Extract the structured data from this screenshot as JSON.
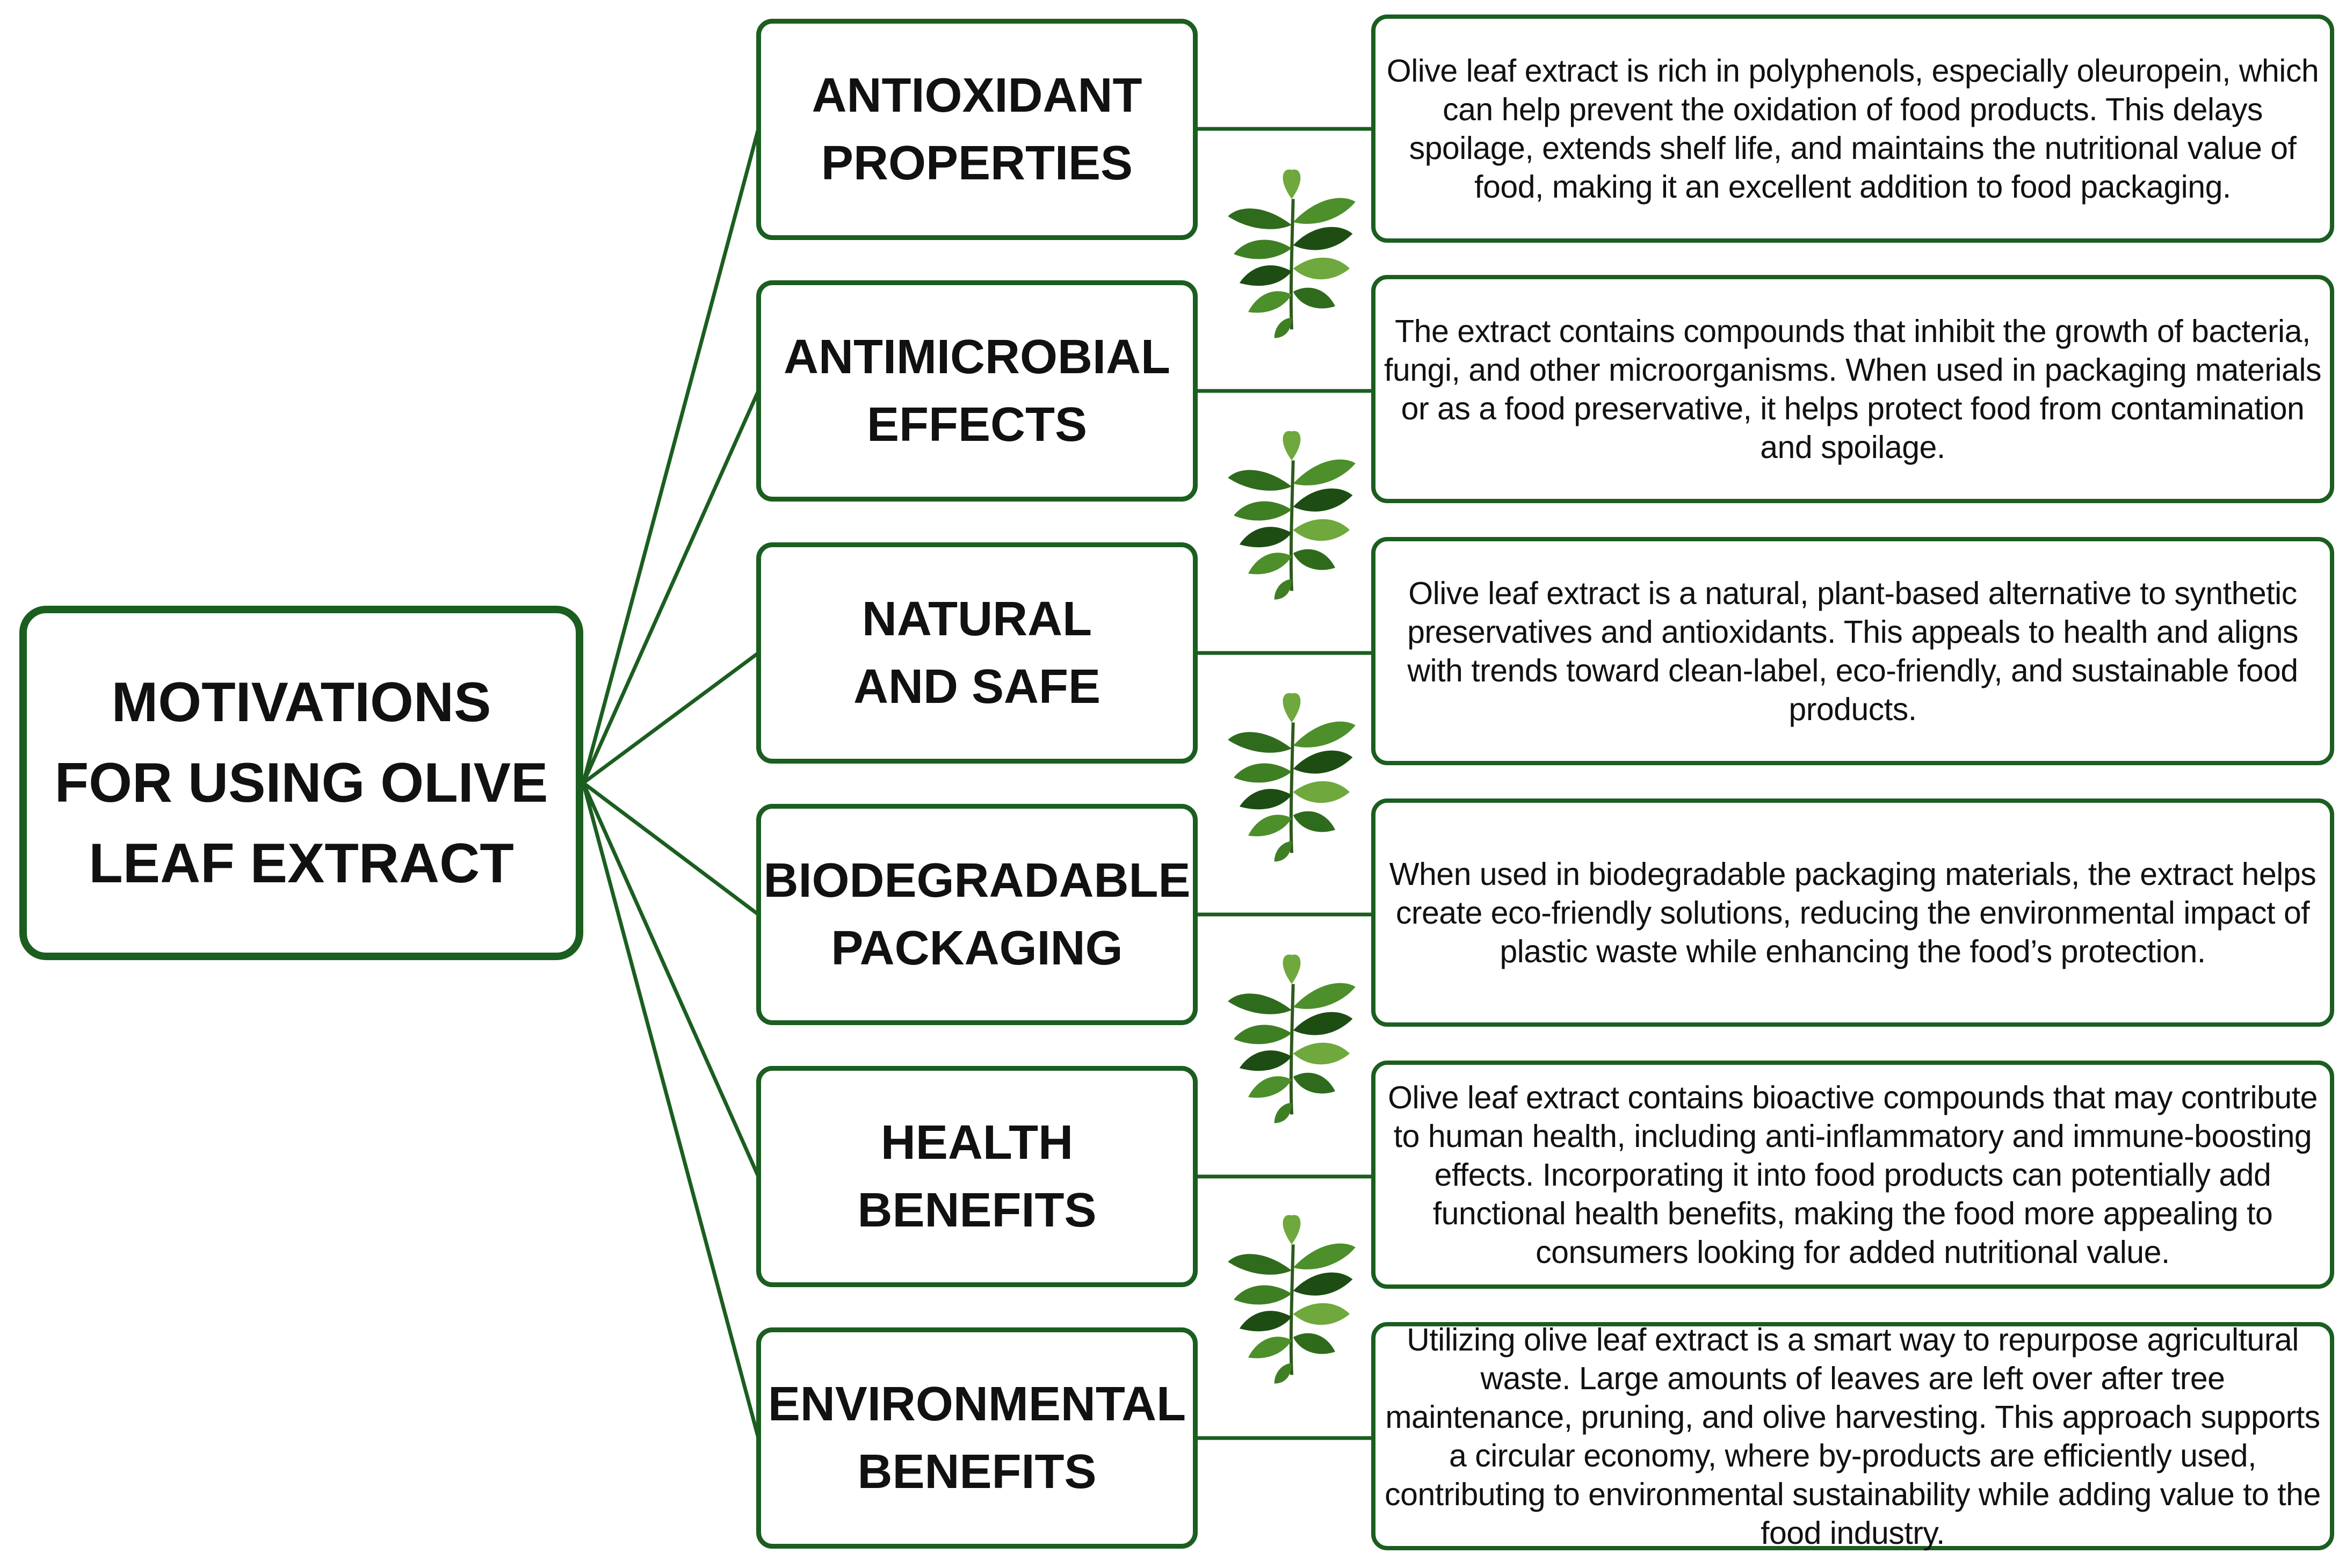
{
  "root": {
    "label": "MOTIVATIONS FOR USING OLIVE LEAF EXTRACT"
  },
  "colors": {
    "line": "#1b5e20",
    "leaf_dark": "#1e4d14",
    "leaf_mid": "#3f7f24",
    "leaf_light": "#6fa83c"
  },
  "categories": [
    {
      "title": "ANTIOXIDANT\nPROPERTIES",
      "description": "Olive leaf extract is rich in polyphenols, especially oleuropein, which can help prevent the oxidation of food products. This delays spoilage, extends shelf life, and maintains the nutritional value of food, making it an excellent addition to food packaging."
    },
    {
      "title": "ANTIMICROBIAL\nEFFECTS",
      "description": "The extract contains compounds that inhibit the growth of bacteria, fungi, and other microorganisms. When used in packaging materials or as a food preservative, it helps protect food from contamination and spoilage."
    },
    {
      "title": "NATURAL\nAND SAFE",
      "description": "Olive leaf extract is a natural, plant-based alternative to synthetic preservatives and antioxidants. This appeals to health and aligns with trends toward clean-label, eco-friendly, and sustainable food products."
    },
    {
      "title": "BIODEGRADABLE\nPACKAGING",
      "description": "When used in biodegradable packaging materials, the extract helps create eco-friendly solutions, reducing the environmental impact of plastic waste while enhancing the food’s protection."
    },
    {
      "title": "HEALTH BENEFITS",
      "description": "Olive leaf extract contains bioactive compounds that may contribute to human health, including anti-inflammatory and immune-boosting effects. Incorporating it into food products can potentially add functional health benefits, making the food more appealing to consumers looking for added nutritional value."
    },
    {
      "title": "ENVIRONMENTAL\nBENEFITS",
      "description": "Utilizing olive leaf extract is a smart way to repurpose agricultural waste. Large amounts of leaves are left over after tree maintenance, pruning, and olive harvesting. This approach supports a circular economy, where by-products are efficiently used, contributing to environmental sustainability while adding value to the food industry."
    }
  ],
  "decorations": {
    "icon": "olive-leaf-sprig-icon",
    "count": 5
  }
}
